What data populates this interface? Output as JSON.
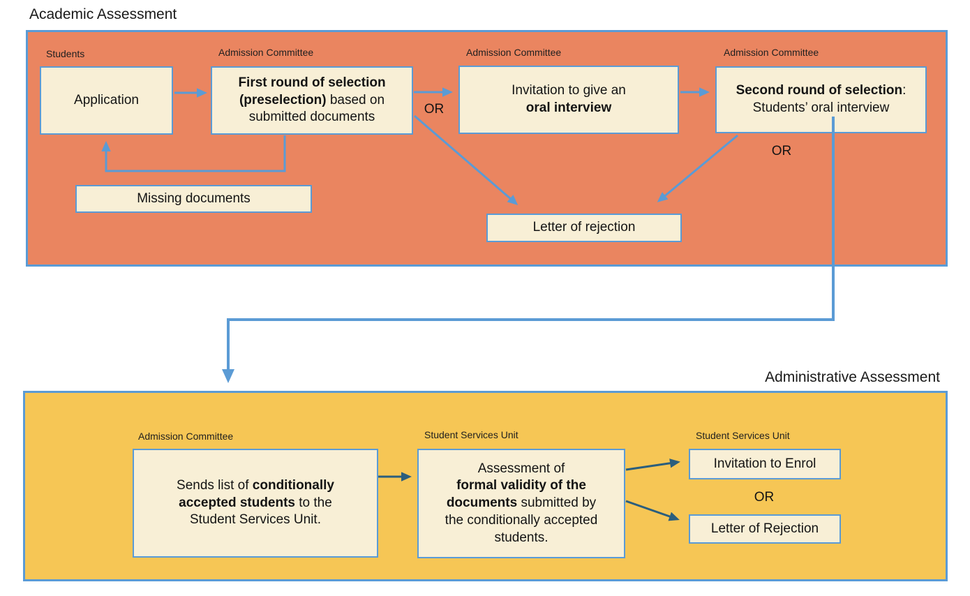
{
  "titles": {
    "academic": "Academic Assessment",
    "administrative": "Administrative Assessment"
  },
  "labels": {
    "or": "OR"
  },
  "colors": {
    "academic_panel": "#EA8560",
    "administrative_panel": "#F6C655",
    "node_fill": "#F8EFD6",
    "border_and_arrow_blue": "#5B9BD5",
    "arrow_dark_blue": "#2B5E7D"
  },
  "academic": {
    "application": {
      "role": "Students",
      "content": [
        {
          "text": "Application"
        }
      ]
    },
    "first_round": {
      "role": "Admission Committee",
      "content": [
        {
          "text": "First round of selection",
          "bold": true
        },
        {
          "br": true
        },
        {
          "text": "(preselection)",
          "bold": true
        },
        {
          "text": " based on"
        },
        {
          "br": true
        },
        {
          "text": "submitted documents"
        }
      ]
    },
    "oral_invite": {
      "role": "Admission Committee",
      "content": [
        {
          "text": "Invitation to give an"
        },
        {
          "br": true
        },
        {
          "text": "oral interview",
          "bold": true
        }
      ]
    },
    "second_round": {
      "role": "Admission Committee",
      "content": [
        {
          "text": "Second round of selection",
          "bold": true
        },
        {
          "text": ":"
        },
        {
          "br": true
        },
        {
          "text": "Students’ oral interview"
        }
      ]
    },
    "missing_documents": {
      "content": [
        {
          "text": "Missing documents"
        }
      ]
    },
    "letter_of_rejection": {
      "content": [
        {
          "text": "Letter of rejection"
        }
      ]
    }
  },
  "administrative": {
    "send_list": {
      "role": "Admission Committee",
      "content": [
        {
          "text": "Sends list of "
        },
        {
          "text": "conditionally",
          "bold": true
        },
        {
          "br": true
        },
        {
          "text": "accepted students",
          "bold": true
        },
        {
          "text": " to the"
        },
        {
          "br": true
        },
        {
          "text": "Student Services Unit."
        }
      ]
    },
    "assessment": {
      "role": "Student Services Unit",
      "content": [
        {
          "text": "Assessment of"
        },
        {
          "br": true
        },
        {
          "text": "formal validity of the",
          "bold": true
        },
        {
          "br": true
        },
        {
          "text": "documents",
          "bold": true
        },
        {
          "text": " submitted by"
        },
        {
          "br": true
        },
        {
          "text": "the conditionally accepted"
        },
        {
          "br": true
        },
        {
          "text": "students."
        }
      ]
    },
    "invitation_to_enrol": {
      "role": "Student Services Unit",
      "content": [
        {
          "text": "Invitation to Enrol"
        }
      ]
    },
    "letter_of_rejection": {
      "content": [
        {
          "text": "Letter of Rejection"
        }
      ]
    }
  }
}
